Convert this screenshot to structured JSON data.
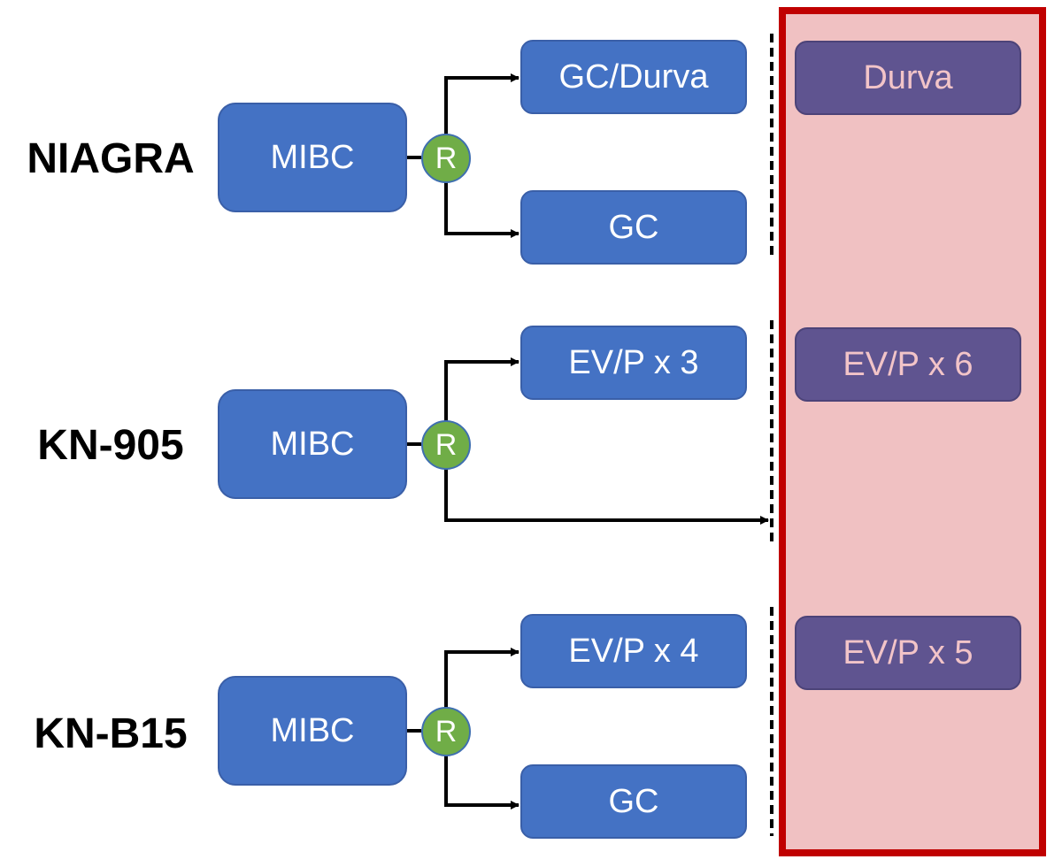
{
  "rows": [
    {
      "trial": "NIAGRA",
      "induction": "MIBC",
      "randomization": "R",
      "arm_a": "GC/Durva",
      "arm_b": "GC",
      "adjuvant": "Durva"
    },
    {
      "trial": "KN-905",
      "induction": "MIBC",
      "randomization": "R",
      "arm_a": "EV/P x 3",
      "arm_b": "",
      "adjuvant": "EV/P x 6"
    },
    {
      "trial": "KN-B15",
      "induction": "MIBC",
      "randomization": "R",
      "arm_a": "EV/P x 4",
      "arm_b": "GC",
      "adjuvant": "EV/P x 5"
    }
  ],
  "colors": {
    "box_blue": "#4472c4",
    "r_green": "#70ad47",
    "adjuvant_purple": "#5f5490",
    "adjuvant_text": "#f2c4c8",
    "panel_fill": "#f0c1c2",
    "panel_border": "#c00000"
  }
}
